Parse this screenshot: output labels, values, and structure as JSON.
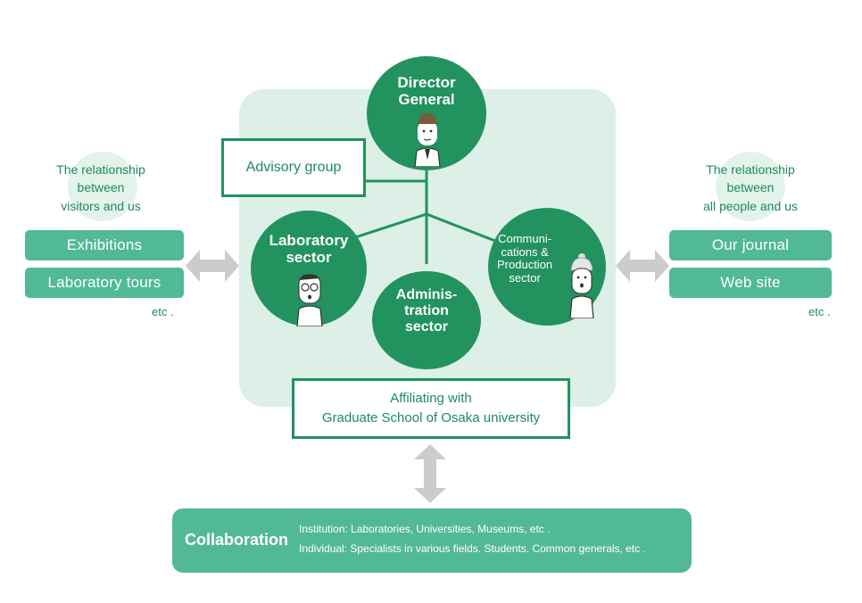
{
  "org": {
    "director": "Director\nGeneral",
    "advisory": "Advisory group",
    "laboratory": "Laboratory\nsector",
    "administration": "Adminis-\ntration\nsector",
    "communications": "Communi-\ncations &\nProduction\nsector",
    "affiliation_line1": "Affiliating with",
    "affiliation_line2": "Graduate School of Osaka university"
  },
  "left": {
    "heading": "The relationship\nbetween\nvisitors and us",
    "items": [
      "Exhibitions",
      "Laboratory tours"
    ],
    "etc": "etc ."
  },
  "right": {
    "heading": "The relationship\nbetween\nall people and us",
    "items": [
      "Our journal",
      "Web site"
    ],
    "etc": "etc ."
  },
  "collaboration": {
    "title": "Collaboration",
    "institution": "Institution: Laboratories, Universities, Museums, etc .",
    "individual": "Individual: Specialists in various fields. Students. Common generals, etc ."
  },
  "colors": {
    "primary": "#22925e",
    "pill": "#52b995",
    "background_panel": "#dcf0e8",
    "arrow": "#cccccc"
  }
}
